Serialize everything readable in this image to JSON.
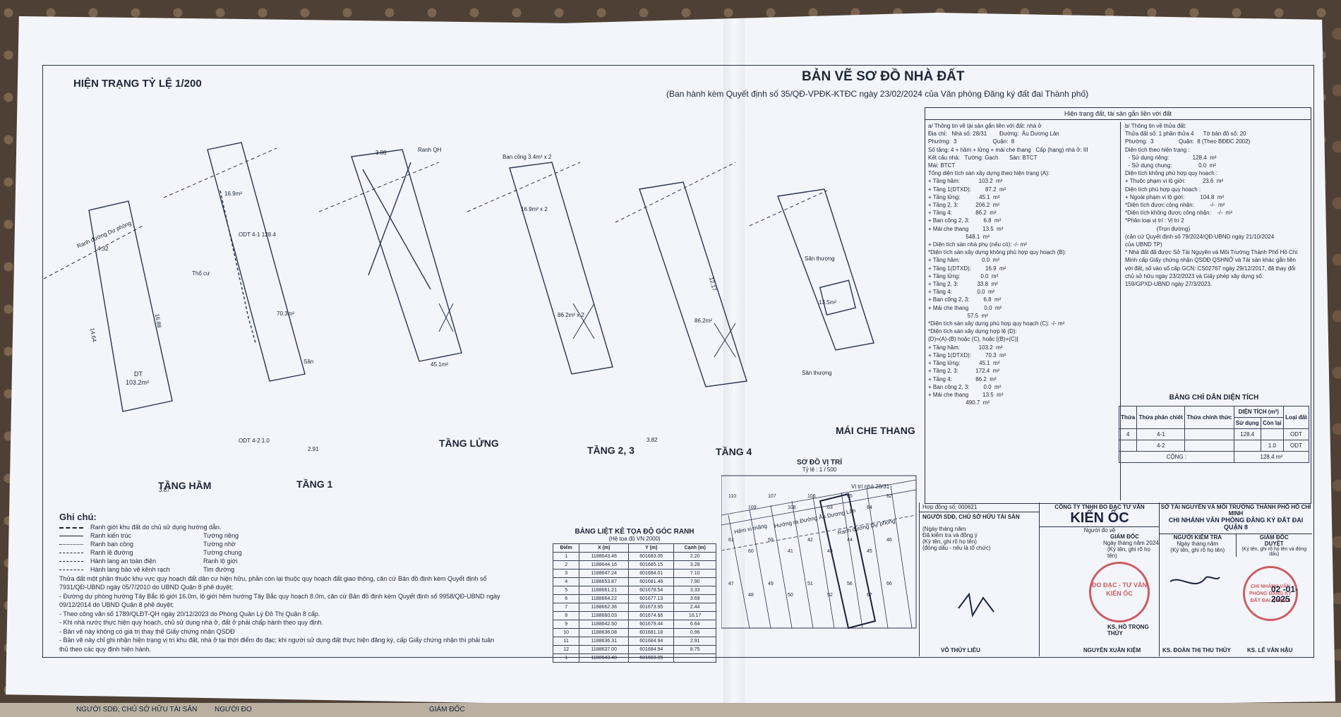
{
  "left_title": "HIỆN TRẠNG TỶ LỆ 1/200",
  "main_title": "BẢN VẼ SƠ ĐỒ NHÀ ĐẤT",
  "subtitle": "(Ban hành kèm Quyết định số 35/QĐ-VPĐK-KTĐC ngày 23/02/2024 của Văn phòng Đăng ký đất đai Thành phố)",
  "floor_labels": [
    "TẦNG HẦM",
    "TẦNG 1",
    "TẦNG LỬNG",
    "TẦNG 2, 3",
    "TẦNG 4",
    "MÁI CHE THANG"
  ],
  "plan_text": {
    "dt_basement": "DT",
    "dt_basement_val": "103.2m²",
    "dt_f1": "70.3m²",
    "dt_f1_small": "16.9m²",
    "odt_41": "ODT 4-1 128.4",
    "odt_42": "ODT 4-2 1.0",
    "dt_mezz": "45.1m²",
    "dt_f23": "86.2m² x 2",
    "dt_f4": "86.2m²",
    "dt_roof": "13.5m²",
    "balcony": "Ban công 3.4m² x 2",
    "balcony2": "16.9m² x 2",
    "road": "Ranh đường Dự phòng",
    "ranh_qh": "Ranh QH",
    "tho_cu": "Thổ cư",
    "san": "Sân",
    "san_thuong": "Sân thượng",
    "dim_a": "3.88",
    "dim_b": "4.32",
    "dim_c": "3.82",
    "dim_d": "3.87",
    "dim_e": "2.91",
    "dim_f": "14.64",
    "dim_g": "16.88",
    "dim_h": "12.17"
  },
  "notes": {
    "heading": "Ghi chú:",
    "legend": [
      [
        "Ranh giới khu đất do chủ sử dụng hướng dẫn.",
        "",
        ""
      ],
      [
        "Ranh kiến trúc",
        "Tường riêng",
        ""
      ],
      [
        "Ranh ban công",
        "Tường nhờ",
        ""
      ],
      [
        "Ranh lề đường",
        "Tường chung",
        ""
      ],
      [
        "Hành lang an toàn điện",
        "Ranh lộ giới",
        ""
      ],
      [
        "Hành lang bảo vệ kênh rạch",
        "Tim đường",
        ""
      ]
    ],
    "paragraphs": [
      "Thửa đất một phần thuộc khu vực quy hoạch đất dân cư hiện hữu, phần còn lại thuộc quy hoạch đất giao thông, căn cứ Bản đồ định kèm Quyết định số 7931/QĐ-UBND ngày 05/7/2010 do UBND Quận 8 phê duyệt;",
      "- Đường dự phòng hướng Tây Bắc lộ giới 16.0m, lộ giới hẻm hướng Tây Bắc quy hoạch 8.0m, căn cứ Bản đồ định kèm Quyết định số 9958/QĐ-UBND ngày 09/12/2014 do UBND Quận 8 phê duyệt;",
      "- Theo công văn số 1789/QLĐT-QH ngày 20/12/2023 do Phòng Quản Lý Đô Thị Quận 8 cấp.",
      "- Khi nhà nước thực hiện quy hoạch, chủ sử dụng nhà ở, đất ở phải chấp hành theo quy định.",
      "- Bản vẽ này không có giá trị thay thế Giấy chứng nhận QSDĐ",
      "- Bản vẽ này chỉ ghi nhận hiện trạng vị trí khu đất, nhà ở tại thời điểm đo đạc; khi người sử dụng đất thực hiện đăng ký, cấp Giấy chứng nhận thì phải tuân thủ theo các quy định hiện hành."
    ]
  },
  "coord_table": {
    "title": "BẢNG LIỆT KÊ TỌA ĐỘ GÓC RANH",
    "subtitle": "(Hệ tọa độ VN 2000)",
    "headers": [
      "Điểm",
      "X (m)",
      "Y (m)",
      "Cạnh (m)"
    ],
    "rows": [
      [
        "1",
        "1188643.46",
        "601683.05",
        "2.20"
      ],
      [
        "2",
        "1188644.16",
        "601685.15",
        "3.28"
      ],
      [
        "3",
        "1188647.24",
        "601684.01",
        "7.10"
      ],
      [
        "4",
        "1188653.87",
        "601681.46",
        "7.90"
      ],
      [
        "5",
        "1188661.21",
        "601678.54",
        "3.33"
      ],
      [
        "6",
        "1188664.22",
        "601677.13",
        "3.69"
      ],
      [
        "7",
        "1188662.36",
        "601673.95",
        "2.44"
      ],
      [
        "8",
        "1188660.03",
        "601674.66",
        "16.17"
      ],
      [
        "9",
        "1188642.50",
        "601679.44",
        "6.64"
      ],
      [
        "10",
        "1188636.08",
        "601681.18",
        "0.96"
      ],
      [
        "11",
        "1188636.31",
        "601684.94",
        "2.91"
      ],
      [
        "12",
        "1188637.00",
        "601684.94",
        "8.75"
      ],
      [
        "1",
        "1188643.48",
        "601683.05",
        ""
      ]
    ]
  },
  "site_plan": {
    "title": "SƠ ĐỒ VỊ TRÍ",
    "scale": "Tỷ lệ : 1 / 500",
    "location": "Vị trí nhà 28/31",
    "street": "Hướng ra Đường Âu Dương Lân",
    "alley": "Hẻm xi măng",
    "road": "Ranh đường Dự phòng",
    "lots": [
      "110",
      "109",
      "107",
      "108",
      "106",
      "63",
      "65",
      "64",
      "62",
      "61",
      "60",
      "59",
      "41",
      "42",
      "43",
      "44",
      "45",
      "46",
      "47",
      "48",
      "49",
      "50",
      "51",
      "52",
      "56",
      "67",
      "66"
    ]
  },
  "info": {
    "band": "Hiện trạng đất, tài sản gắn liền với đất",
    "left": [
      "a/ Thông tin về tài sản gắn liền với đất: nhà ở",
      "Địa chỉ:   Nhà số: 28/31        Đường:  Âu Dương Lân",
      "Phường:  3                       Quận:  8",
      "Số tầng: 4 + hầm + lửng + mái che thang   Cấp (hạng) nhà ở: III",
      "Kết cấu nhà:   Tường: Gạch       Sàn: BTCT",
      "Mái: BTCT",
      "Tổng diện tích sàn xây dựng theo hiện trạng (A):",
      "+ Tầng hầm:            103.2  m²",
      "+ Tầng 1(DTXD):         87.2  m²",
      "+ Tầng lửng:            45.1  m²",
      "+ Tầng 2, 3:           206.2  m²",
      "+ Tầng 4:               86.2  m²",
      "+ Ban công 2, 3:         6.8  m²",
      "+ Mái che thang         13.5  m²",
      "                        548.1  m²",
      "+ Diện tích sàn nhà phụ (nếu có): -/- m²",
      "*Diện tích sàn xây dựng không phù hợp quy hoạch (B):",
      "+ Tầng hầm:              0.0  m²",
      "+ Tầng 1(DTXD):         16.9  m²",
      "+ Tầng lửng:             0.0  m²",
      "+ Tầng 2, 3:            33.8  m²",
      "+ Tầng 4:                0.0  m²",
      "+ Ban công 2, 3:         6.8  m²",
      "+ Mái che thang          0.0  m²",
      "                         57.5  m²",
      "*Diện tích sàn xây dựng phù hợp quy hoạch (C): -/- m²",
      "*Diện tích sàn xây dựng hợp lệ (D):",
      "(D)=(A)-(B) hoặc (C), hoặc [(B)+(C)]",
      "+ Tầng hầm:            103.2  m²",
      "+ Tầng 1(DTXD):         70.3  m²",
      "+ Tầng lửng:            45.1  m²",
      "+ Tầng 2, 3:           172.4  m²",
      "+ Tầng 4:               86.2  m²",
      "+ Ban công 2, 3:         0.0  m²",
      "+ Mái che thang         13.5  m²",
      "                        490.7  m²"
    ],
    "right": [
      "b/ Thông tin về thửa đất:",
      "Thửa đất số: 1 phần thửa 4      Tờ bản đồ số: 20",
      "Phường:  3                Quận:  8 (Theo BĐĐC 2002)",
      "Diện tích theo hiện trạng :",
      "  - Sử dụng riêng:               128.4  m²",
      "  - Sử dụng chung:                 0.0  m²",
      "Diện tích không phù hợp quy hoạch :",
      "+ Thuộc phạm vi lộ giới:           23.6  m²",
      "Diện tích phù hợp quy hoạch :",
      "+ Ngoài phạm vi lộ giới:          104.8  m²",
      "*Diện tích được công nhận:          -/-  m²",
      "*Diện tích không được công nhận:    -/-  m²",
      "*Phân loại vị trí : Vị trí 2",
      "                    (Trọn đường)",
      "(căn cứ Quyết định số 79/2024/QĐ-UBND ngày 21/10/2024",
      "của UBND TP)",
      "* Nhà đất đã được Sở Tài Nguyên và Môi Trường Thành Phố Hồ Chí",
      "Minh cấp Giấy chứng nhận QSDĐ QSHNỞ và Tài sản khác gắn liền",
      "với đất, số vào sổ cấp GCN: CS02767 ngày 29/12/2017, đã thay đổi",
      "chủ sở hữu ngày 23/2/2023 và Giấy phép xây dựng số:",
      "159/GPXD-UBND ngày 27/3/2023."
    ]
  },
  "area_table": {
    "title": "BẢNG CHỈ DẪN DIỆN TÍCH",
    "headers": [
      "Thửa",
      "Thửa phân chiết",
      "Thửa chính thức",
      "Sử dụng",
      "Còn lại",
      "Loại đất"
    ],
    "group_header": "DIỆN TÍCH (m²)",
    "rows": [
      [
        "4",
        "4-1",
        "",
        "128.4",
        "",
        "ODT"
      ],
      [
        "",
        "4-2",
        "",
        "",
        "1.0",
        "ODT"
      ]
    ],
    "total_label": "CỘNG :",
    "total_value": "128.4 m²"
  },
  "signatures": {
    "contract": "Hợp đồng số: 000621",
    "owner_block": "NGƯỜI SDĐ, CHỦ SỞ HỮU TÀI SẢN",
    "owner_check": "(Ngày     tháng     năm",
    "owner_note": "Đã kiểm tra và đồng ý",
    "owner_sign": "(Ký tên, ghi rõ họ tên)",
    "owner_seal": "(đóng dấu - nếu là tổ chức)",
    "surveyor_name": "VÕ THỦY LIỄU",
    "company_line": "CÔNG TY TNHH ĐO ĐẠC TƯ VẤN",
    "company_brand": "KIẾN ỐC",
    "drafter": "Người đo vẽ",
    "director": "GIÁM ĐỐC",
    "director_date": "Ngày      tháng      năm 2024",
    "director_sign": "(Ký tên, ghi rõ họ tên)",
    "ks_name": "KS. HỒ TRỌNG THỦY",
    "drafter_name": "NGUYỄN XUÂN KIỆM",
    "agency_1": "SỞ TÀI NGUYÊN VÀ MÔI TRƯỜNG THÀNH PHỐ HỒ CHÍ MINH",
    "agency_2": "CHI NHÁNH VĂN PHÒNG ĐĂNG KÝ ĐẤT ĐAI QUẬN 8",
    "checker": "NGƯỜI KIỂM TRA",
    "checker_date": "Ngày      tháng      năm",
    "checker_sign": "(Ký tên, ghi rõ họ tên)",
    "checker_name": "KS. ĐOÀN THỊ THU THỦY",
    "branch_director": "GIÁM ĐỐC",
    "approved": "DUYỆT",
    "branch_sign": "(Ký tên, ghi rõ họ tên và đóng dấu)",
    "branch_date": "02 -01- 2025",
    "branch_name": "KS. LÊ VĂN HẬU",
    "stamp_company": "ĐO ĐẠC - TƯ VẤN KIẾN ỐC",
    "stamp_branch": "CHI NHÁNH VĂN PHÒNG ĐĂNG KÝ ĐẤT ĐAI QUẬN 8"
  },
  "footer": {
    "left": "NGƯỜI SDĐ, CHỦ SỞ HỮU TÀI SẢN",
    "mid": "NGƯỜI ĐO",
    "right": "GIÁM ĐỐC"
  }
}
